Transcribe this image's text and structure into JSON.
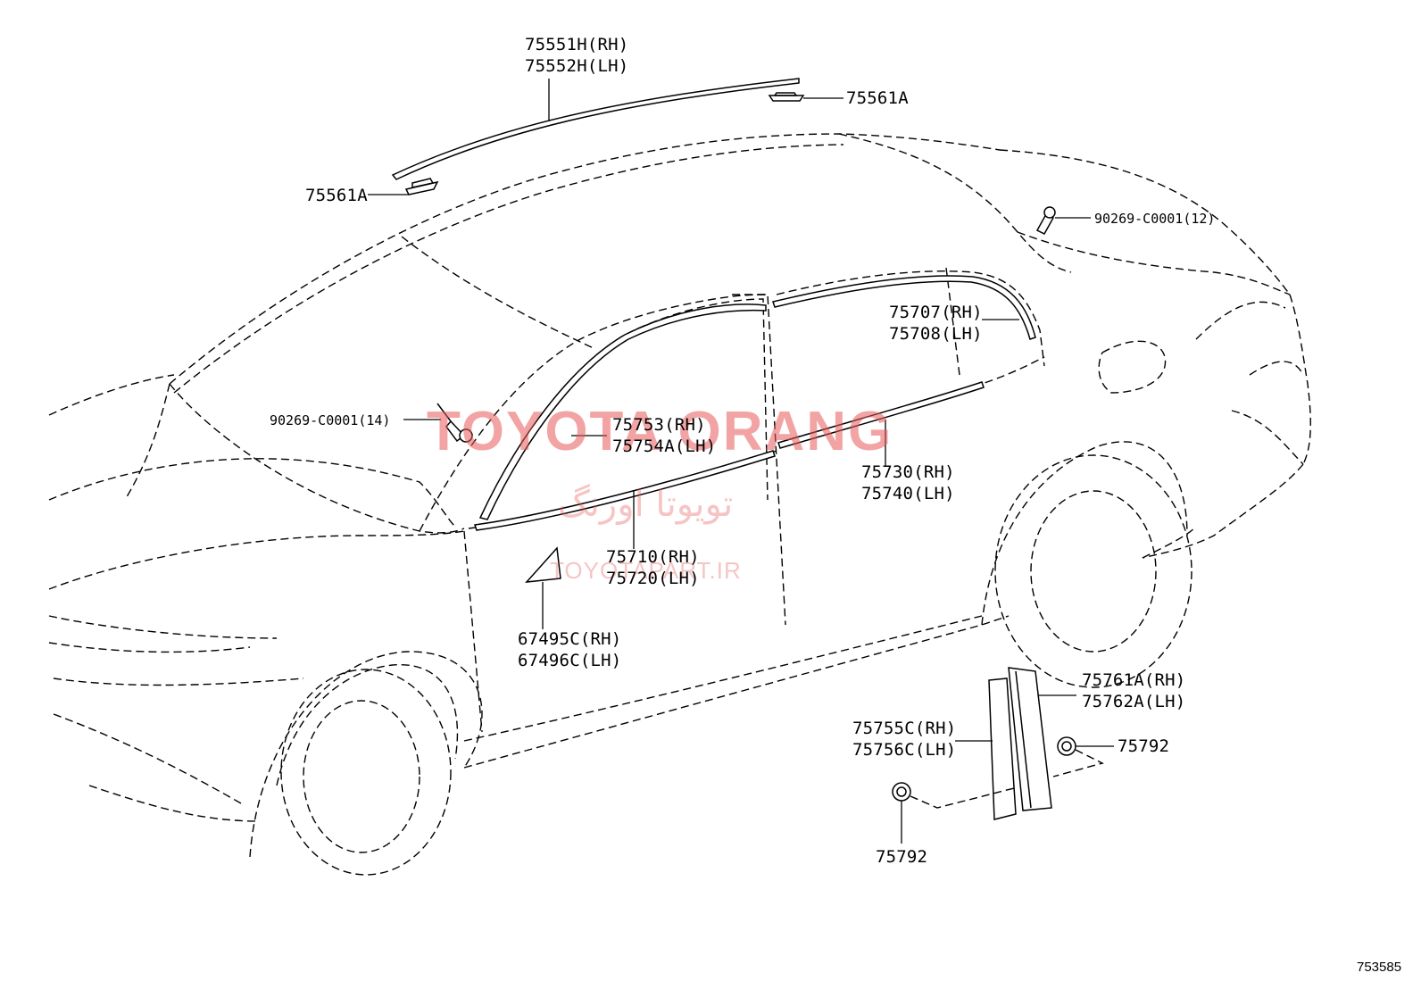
{
  "labels": {
    "roof_molding": [
      "75551H(RH)",
      "75552H(LH)"
    ],
    "clip_rear_roof": "75561A",
    "clip_front_roof": "75561A",
    "rivet_rear": "90269-C0001(12)",
    "rivet_front": "90269-C0001(14)",
    "rear_door_frame": [
      "75707(RH)",
      "75708(LH)"
    ],
    "front_door_frame": [
      "75753(RH)",
      "75754A(LH)"
    ],
    "rear_belt": [
      "75730(RH)",
      "75740(LH)"
    ],
    "front_belt": [
      "75710(RH)",
      "75720(LH)"
    ],
    "mirror_cover": [
      "67495C(RH)",
      "67496C(LH)"
    ],
    "pillar_garnish": [
      "75761A(RH)",
      "75762A(LH)"
    ],
    "pillar_outer": [
      "75755C(RH)",
      "75756C(LH)"
    ],
    "clip_upper": "75792",
    "clip_lower": "75792"
  },
  "watermark": {
    "brand": "TOYOTA ORANG",
    "persian": "تویوتا اورنگ",
    "url": "TOYOTAPART.IR"
  },
  "figure_number": "753585"
}
